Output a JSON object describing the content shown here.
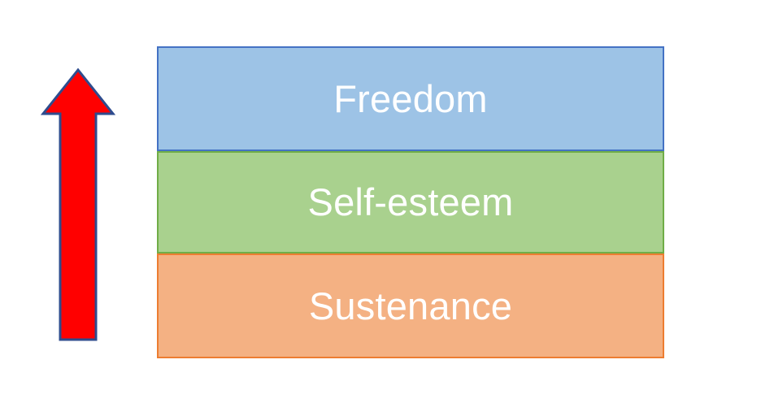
{
  "diagram": {
    "title": "Hierarchy of needs bands with upward arrow",
    "background_color": "#FFFFFF",
    "arrow": {
      "name": "upward-arrow",
      "direction": "up",
      "fill_color": "#FF0000",
      "outline_color": "#2E4C8E",
      "meaning": "ascending progression"
    },
    "levels": [
      {
        "label": "Freedom",
        "fill_color": "#9DC3E6",
        "border_color": "#4472C4",
        "text_color": "#FFFFFF",
        "order": 3
      },
      {
        "label": "Self-esteem",
        "fill_color": "#A9D18E",
        "border_color": "#70AD47",
        "text_color": "#FFFFFF",
        "order": 2
      },
      {
        "label": "Sustenance",
        "fill_color": "#F4B183",
        "border_color": "#ED7D31",
        "text_color": "#FFFFFF",
        "order": 1
      }
    ]
  }
}
